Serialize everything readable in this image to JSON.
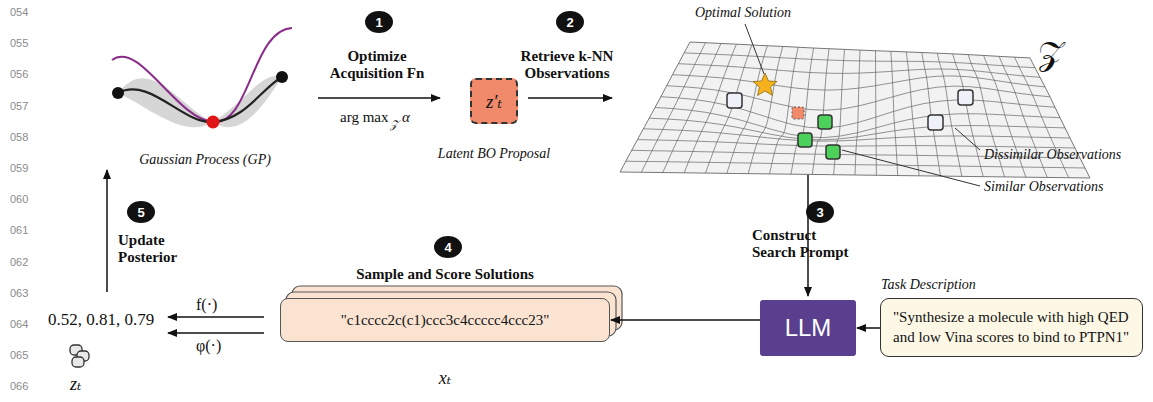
{
  "diagram": {
    "nodes": [
      {
        "text": [
          "1"
        ]
      },
      {
        "text": [
          "2"
        ]
      },
      {
        "text": [
          "z′ₜ",
          "Latent BO Proposal"
        ]
      },
      {
        "text": [
          "3"
        ]
      },
      {
        "text": [
          "4"
        ]
      },
      {
        "text": [
          "5"
        ]
      },
      {
        "text": [
          "LLM"
        ]
      },
      {
        "text": [
          "Task Description",
          "\"Synthesize a molecule with high QED and low Vina scores to bind to PTPN1\""
        ]
      },
      {
        "text": [
          "\"c1cccc2c(c1)ccc3c4ccccc4ccc23\"",
          "xₜ"
        ]
      }
    ],
    "edges": [
      {
        "from": 7,
        "to": 6,
        "arrow": "to"
      },
      {
        "from": 6,
        "to": 8,
        "arrow": "to"
      }
    ],
    "labels": [
      "054",
      "055",
      "056",
      "057",
      "058",
      "059",
      "060",
      "061",
      "062",
      "063",
      "064",
      "065",
      "066",
      "Gaussian Process (GP)",
      "Optimize Acquisition Fn",
      "arg max",
      "𝒵",
      "α",
      "Retrieve k-NN Observations",
      "Optimal Solution",
      "𝒵",
      "Dissimilar Observations",
      "Similar Observations",
      "Construct Search Prompt",
      "Sample and Score Solutions",
      "f(·)",
      "φ(·)",
      "0.52, 0.81, 0.79",
      "zₜ",
      "Update Posterior"
    ]
  }
}
